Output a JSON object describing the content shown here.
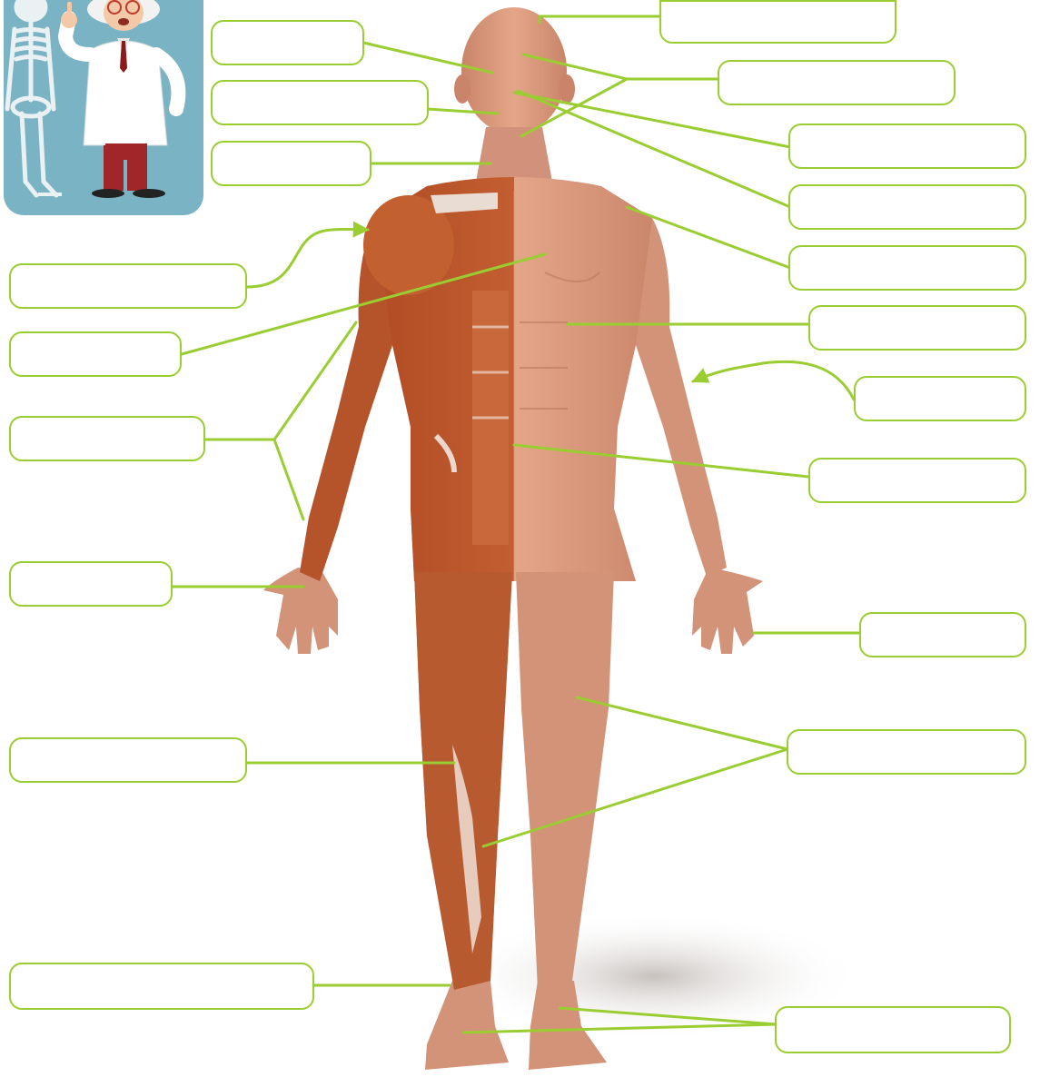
{
  "diagram": {
    "accent_color": "#9acd32",
    "background_color": "#ffffff",
    "label_boxes": [
      {
        "id": "head-top",
        "text": ""
      },
      {
        "id": "eye",
        "text": ""
      },
      {
        "id": "mouth",
        "text": ""
      },
      {
        "id": "neck",
        "text": ""
      },
      {
        "id": "face",
        "text": ""
      },
      {
        "id": "nose",
        "text": ""
      },
      {
        "id": "ear",
        "text": ""
      },
      {
        "id": "shoulder",
        "text": ""
      },
      {
        "id": "deltoid",
        "text": ""
      },
      {
        "id": "chest",
        "text": ""
      },
      {
        "id": "abdomen",
        "text": ""
      },
      {
        "id": "arm",
        "text": ""
      },
      {
        "id": "elbow",
        "text": ""
      },
      {
        "id": "waist",
        "text": ""
      },
      {
        "id": "hand-left",
        "text": ""
      },
      {
        "id": "fingers",
        "text": ""
      },
      {
        "id": "thigh",
        "text": ""
      },
      {
        "id": "leg",
        "text": ""
      },
      {
        "id": "ankle",
        "text": ""
      },
      {
        "id": "foot",
        "text": ""
      }
    ],
    "illustrations": {
      "human_figure": "anatomy-muscle-figure",
      "cartoon": "professor-with-skeleton"
    }
  }
}
